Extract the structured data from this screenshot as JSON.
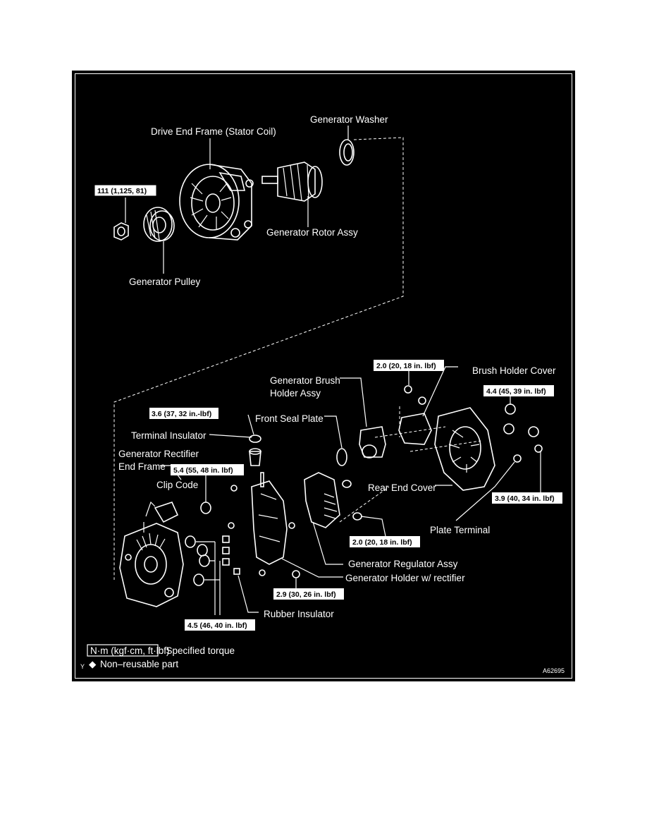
{
  "labels": {
    "drive_end_frame": "Drive End Frame (Stator Coil)",
    "generator_washer": "Generator Washer",
    "generator_rotor_assy": "Generator Rotor Assy",
    "generator_pulley": "Generator Pulley",
    "generator_brush_holder_1": "Generator Brush",
    "generator_brush_holder_2": "Holder Assy",
    "brush_holder_cover": "Brush Holder Cover",
    "front_seal_plate": "Front Seal Plate",
    "terminal_insulator": "Terminal Insulator",
    "rectifier_end_frame_1": "Generator Rectifier",
    "rectifier_end_frame_2": "End Frame",
    "clip_code": "Clip Code",
    "rear_end_cover": "Rear End Cover",
    "plate_terminal": "Plate Terminal",
    "regulator_assy": "Generator Regulator Assy",
    "holder_rectifier": "Generator Holder w/ rectifier",
    "rubber_insulator": "Rubber Insulator"
  },
  "torques": {
    "pulley_nut": "111 (1,125, 81)",
    "brush_holder_screw": "2.0 (20, 18 in. lbf)",
    "rear_cover_nut": "4.4 (45, 39 in. lbf)",
    "terminal_nut": "3.6 (37, 32 in.-lbf)",
    "clip_bolt": "5.4 (55, 48 in. lbf)",
    "rear_cover_bolt": "3.9 (40, 34 in. lbf)",
    "regulator_screw": "2.0 (20, 18 in. lbf)",
    "holder_screw": "2.9 (30, 26 in. lbf)",
    "frame_nuts": "4.5 (46, 40 in. lbf)"
  },
  "legend": {
    "torque_unit": "N·m (kgf·cm, ft·lbf)",
    "torque_desc": ": Specified torque",
    "marker": "Y",
    "nonreusable_symbol": "◆",
    "nonreusable_desc": "Non–reusable part",
    "figure_id": "A62695"
  }
}
